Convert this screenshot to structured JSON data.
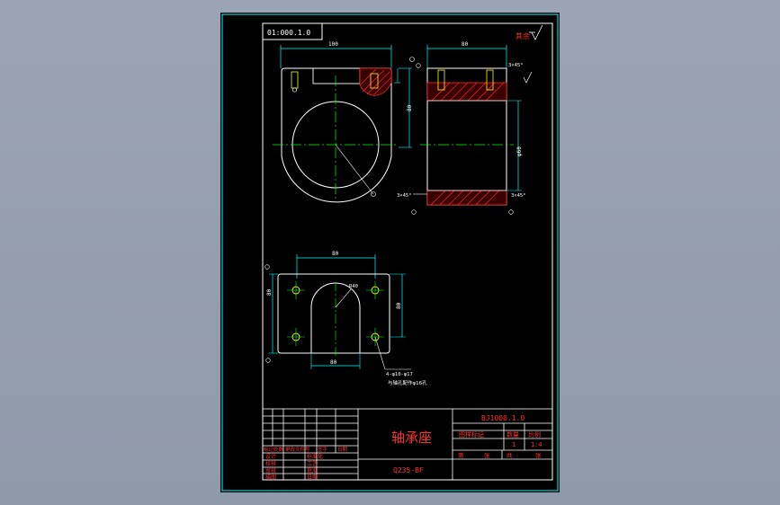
{
  "drawing": {
    "number_box": "01:000.1.0",
    "top_right_note": "其余",
    "title_cn": "轴承座",
    "drawing_no": "BJ1000.1.0",
    "material": "Q235-BF",
    "title_block_headers": [
      "图样标记",
      "数量",
      "比例"
    ],
    "scale": "1:4",
    "quantity": "1",
    "sheet_label_1": "第",
    "sheet_label_2": "张",
    "sheet_label_3": "共",
    "sheet_label_4": "张",
    "revision_row_headers": [
      "标记",
      "处数",
      "更改文件号",
      "签字",
      "日期"
    ],
    "sign_rows": [
      {
        "role": "设计",
        "name": "标准化"
      },
      {
        "role": "校核",
        "name": "工艺"
      },
      {
        "role": "审核",
        "name": "批准"
      },
      {
        "role": "描图",
        "name": "日期"
      }
    ],
    "note_hole": "4-φ10-φ17",
    "note_text": "与轴孔配作φ16孔",
    "dim_top_width": "100",
    "dim_side_width": "80",
    "dim_bottom_width": "80",
    "dim_bottom_small": "80",
    "dim_side_chamfer_1": "3×45°",
    "dim_side_chamfer_2": "3×45°",
    "dim_left_chamfer": "3×45°",
    "dim_height": "80",
    "dim_bore": "φ60",
    "dim_radius": "R40",
    "dim_plate_height": "80",
    "dim_plate_side": "80"
  },
  "colors": {
    "frame": "#00ffff",
    "outline": "#ffffff",
    "dimension": "#00ffff",
    "centerline": "#00ff00",
    "hatch": "#ff2a2a",
    "bolt": "#ffff00",
    "table_text": "#ff3030",
    "title_text": "#ff3030"
  }
}
